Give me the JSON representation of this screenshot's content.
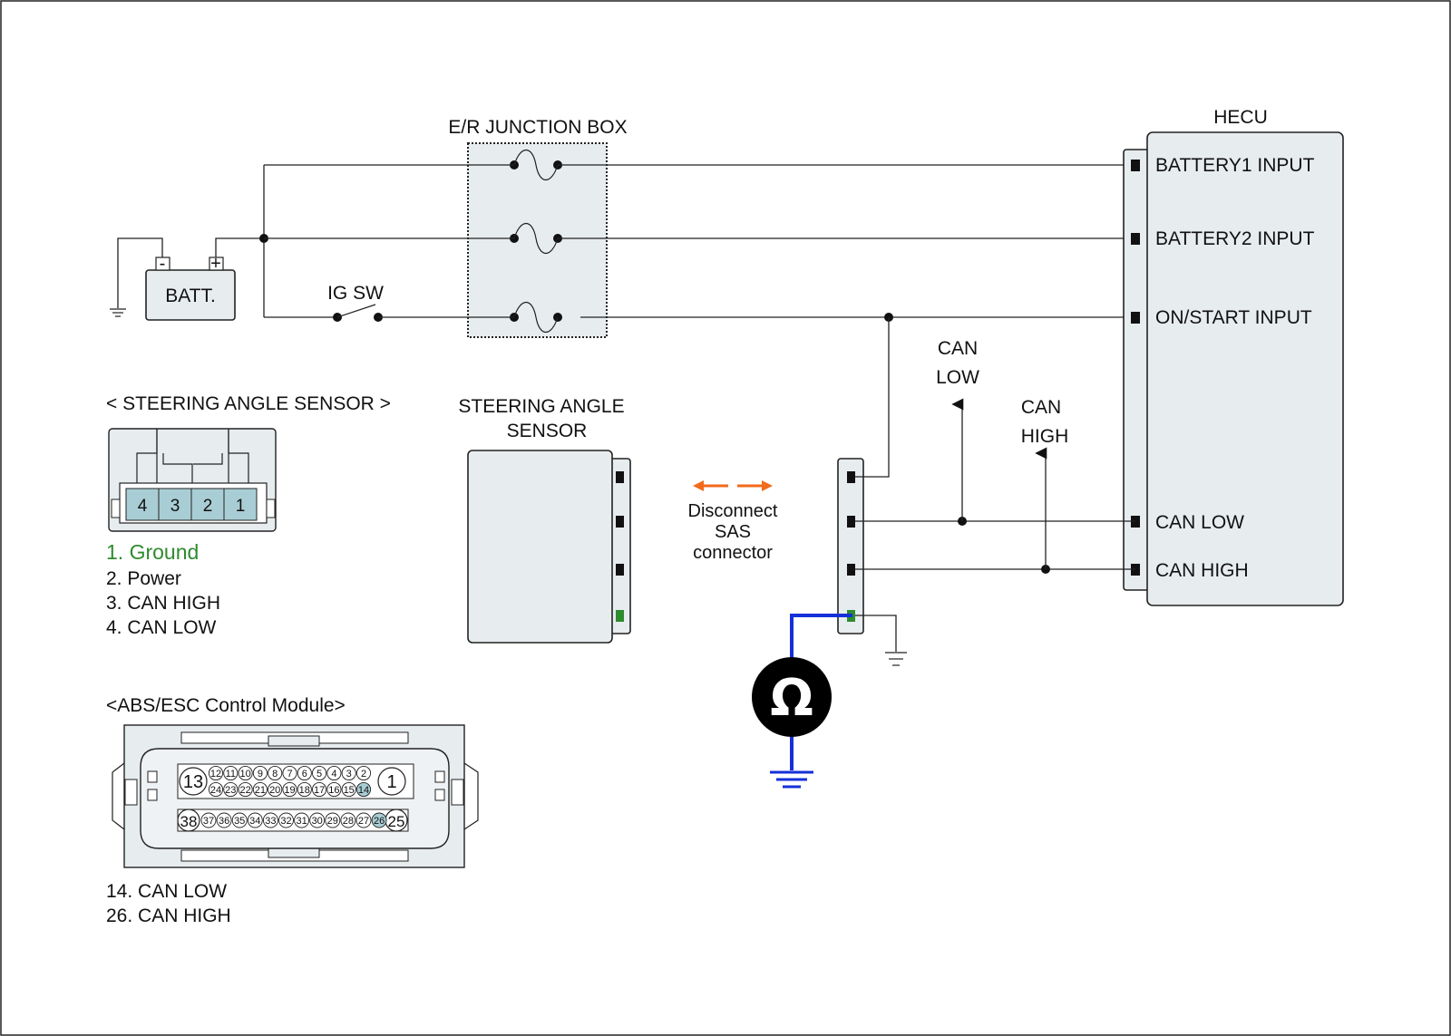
{
  "junction_box": {
    "title": "E/R JUNCTION BOX"
  },
  "battery": {
    "label": "BATT.",
    "neg": "-",
    "pos": "+"
  },
  "ig_switch": {
    "label": "IG SW"
  },
  "hecu": {
    "title": "HECU",
    "pins": {
      "battery1": "BATTERY1 INPUT",
      "battery2": "BATTERY2 INPUT",
      "on_start": "ON/START INPUT",
      "can_low": "CAN LOW",
      "can_high": "CAN HIGH"
    }
  },
  "can_arrows": {
    "low_line1": "CAN",
    "low_line2": "LOW",
    "high_line1": "CAN",
    "high_line2": "HIGH"
  },
  "sas_block": {
    "title_line1": "STEERING ANGLE",
    "title_line2": "SENSOR"
  },
  "disconnect_note": {
    "line1": "Disconnect",
    "line2": "SAS",
    "line3": "connector"
  },
  "meter": {
    "symbol": "Ω"
  },
  "sas_connector": {
    "title": "< STEERING ANGLE SENSOR >",
    "pins": [
      "4",
      "3",
      "2",
      "1"
    ],
    "legend": [
      "1. Ground",
      "2. Power",
      "3. CAN HIGH",
      "4. CAN LOW"
    ],
    "ground_color": "#2e8b2e"
  },
  "abs_connector": {
    "title": "<ABS/ESC Control Module>",
    "top_left_pin": "13",
    "top_right_pin": "1",
    "row_upper": [
      "12",
      "11",
      "10",
      "9",
      "8",
      "7",
      "6",
      "5",
      "4",
      "3",
      "2"
    ],
    "row_lower": [
      "24",
      "23",
      "22",
      "21",
      "20",
      "19",
      "18",
      "17",
      "16",
      "15",
      "14"
    ],
    "bottom_left_pin": "38",
    "bottom_right_pin": "25",
    "row_bottom": [
      "37",
      "36",
      "35",
      "34",
      "33",
      "32",
      "31",
      "30",
      "29",
      "28",
      "27",
      "26"
    ],
    "highlight_pins": [
      "14",
      "26"
    ],
    "legend": [
      "14. CAN LOW",
      "26. CAN HIGH"
    ]
  },
  "colors": {
    "panel_fill": "#e7ecef",
    "pin_highlight": "#a9cdd5",
    "arrow_orange": "#f26a1b",
    "probe_blue": "#1530d8",
    "ground_pin_green": "#2e8b2e"
  }
}
